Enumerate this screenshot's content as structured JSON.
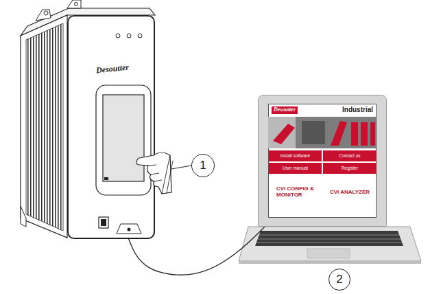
{
  "diagram": {
    "nodes": [
      {
        "text": [
          "Desoutter"
        ]
      },
      {
        "text": [
          "Desoutter",
          "Industrial",
          "CVI CONFIG & MONITOR",
          "CVI ANALYZER"
        ]
      },
      {
        "text": [
          "Install software"
        ],
        "in": 1
      },
      {
        "text": [
          "Contact us"
        ],
        "in": 1
      },
      {
        "text": [
          "User manual"
        ],
        "in": 1
      },
      {
        "text": [
          "Register"
        ],
        "in": 1
      }
    ],
    "edges": [
      {
        "from": 0,
        "to": 1,
        "arrow": "none"
      }
    ],
    "labels": [
      "1",
      "2"
    ]
  }
}
